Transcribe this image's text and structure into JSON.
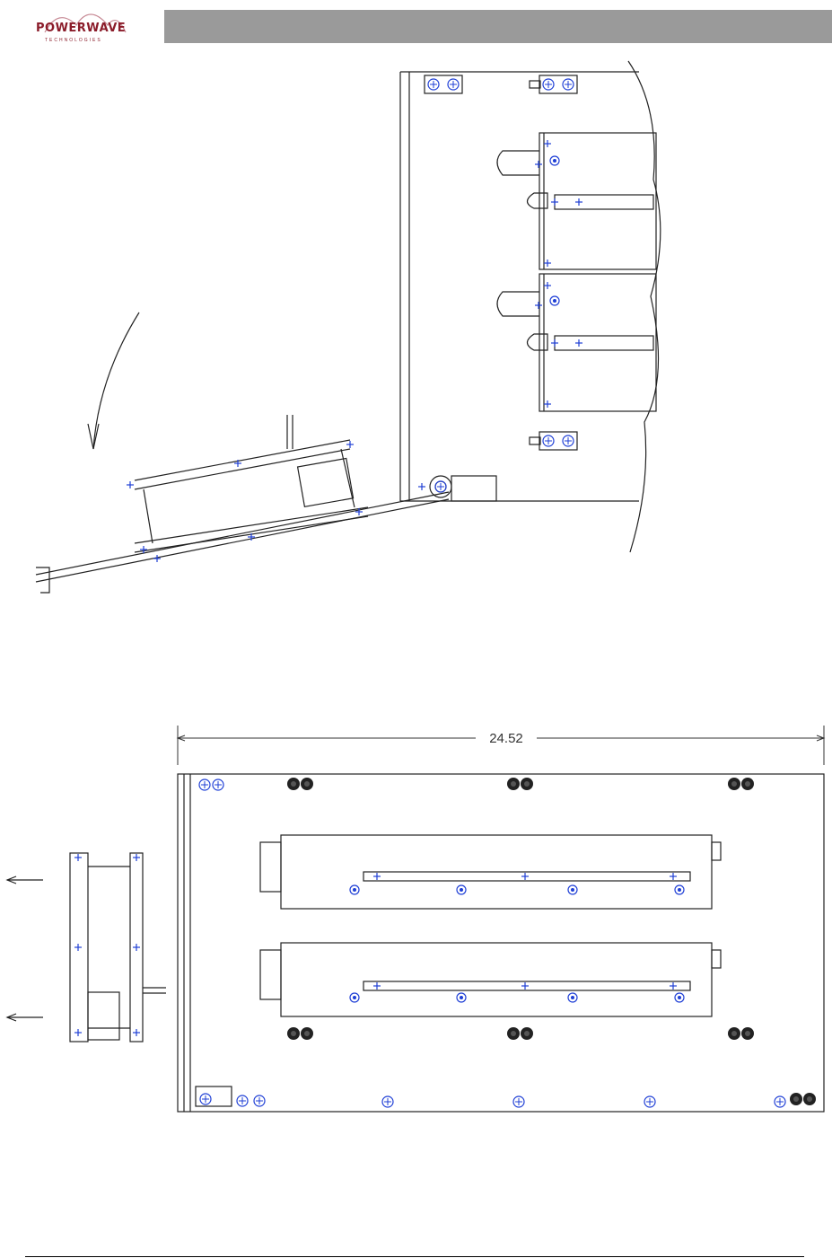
{
  "logo": {
    "brand": "POWERWAVE",
    "sub": "TECHNOLOGIES"
  },
  "dimension": {
    "width_label": "24.52"
  },
  "colors": {
    "header_bar": "#9a9a9a",
    "brand": "#8b1c2a",
    "marker": "#1f3fd6",
    "line": "#222222"
  }
}
